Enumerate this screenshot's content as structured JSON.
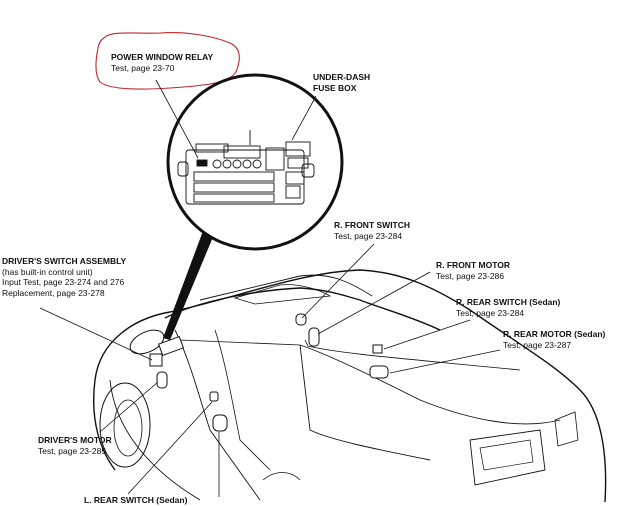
{
  "diagram": {
    "subject": "Power window system component locations (Sedan)",
    "highlight_color": "#c0282d",
    "line_color": "#111111",
    "labels": {
      "power_window_relay": {
        "title": "POWER WINDOW RELAY",
        "lines": [
          "Test, page 23-70"
        ],
        "highlighted": true
      },
      "under_dash_fuse_box": {
        "title_line1": "UNDER-DASH",
        "title_line2": "FUSE BOX"
      },
      "drivers_switch_assembly": {
        "title": "DRIVER'S SWITCH ASSEMBLY",
        "lines": [
          "(has built-in control unit)",
          "Input Test, page 23-274 and 276",
          "Replacement, page 23-278"
        ]
      },
      "r_front_switch": {
        "title": "R. FRONT SWITCH",
        "lines": [
          "Test, page 23-284"
        ]
      },
      "r_front_motor": {
        "title": "R. FRONT MOTOR",
        "lines": [
          "Test, page 23-286"
        ]
      },
      "r_rear_switch": {
        "title": "R. REAR SWITCH",
        "suffix": "(Sedan)",
        "lines": [
          "Test, page 23-284"
        ]
      },
      "r_rear_motor": {
        "title": "R. REAR MOTOR",
        "suffix": "(Sedan)",
        "lines": [
          "Test, page 23-287"
        ]
      },
      "drivers_motor": {
        "title": "DRIVER'S MOTOR",
        "lines": [
          "Test, page 23-285"
        ]
      },
      "l_rear_switch": {
        "title": "L. REAR SWITCH",
        "suffix": "(Sedan)",
        "lines": []
      }
    }
  }
}
